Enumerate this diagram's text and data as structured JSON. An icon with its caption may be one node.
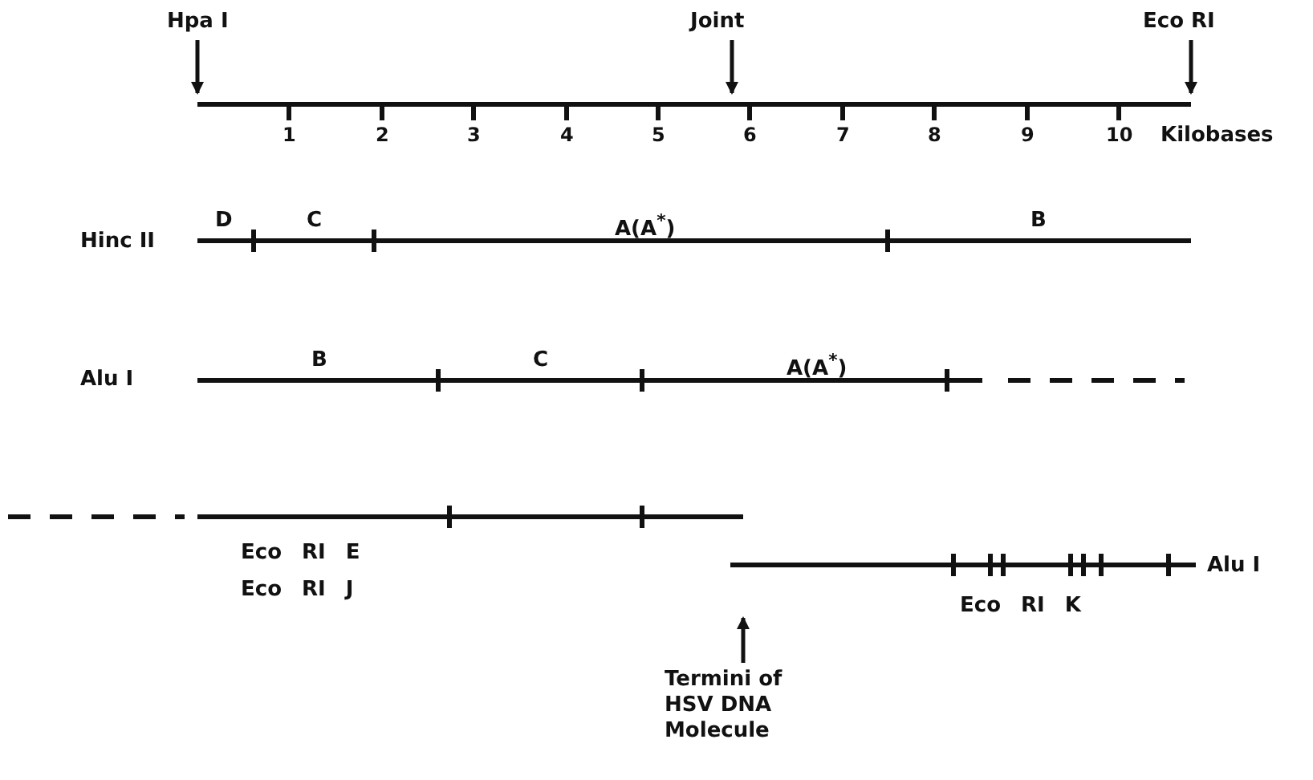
{
  "diagram": {
    "nodes": [
      {
        "text": [
          "Hpa I"
        ]
      },
      {
        "text": [
          "Joint"
        ]
      },
      {
        "text": [
          "Eco RI"
        ]
      },
      {
        "text": [
          "Termini of HSV DNA Molecule"
        ]
      }
    ],
    "edges": [
      {
        "from": 0,
        "to": null,
        "arrow": "to"
      },
      {
        "from": 1,
        "to": null,
        "arrow": "to"
      },
      {
        "from": 2,
        "to": null,
        "arrow": "to"
      },
      {
        "from": 3,
        "to": null,
        "arrow": "to"
      }
    ],
    "labels": [
      "1",
      "2",
      "3",
      "4",
      "5",
      "6",
      "7",
      "8",
      "9",
      "10",
      "Kilobases",
      "Hinc II",
      "D",
      "C",
      "A(A$^{*}$)",
      "B",
      "Alu I",
      "B",
      "C",
      "A(A$^{*}$)",
      "Eco RI E",
      "Eco RI J",
      "Alu I",
      "Eco RI K"
    ]
  }
}
